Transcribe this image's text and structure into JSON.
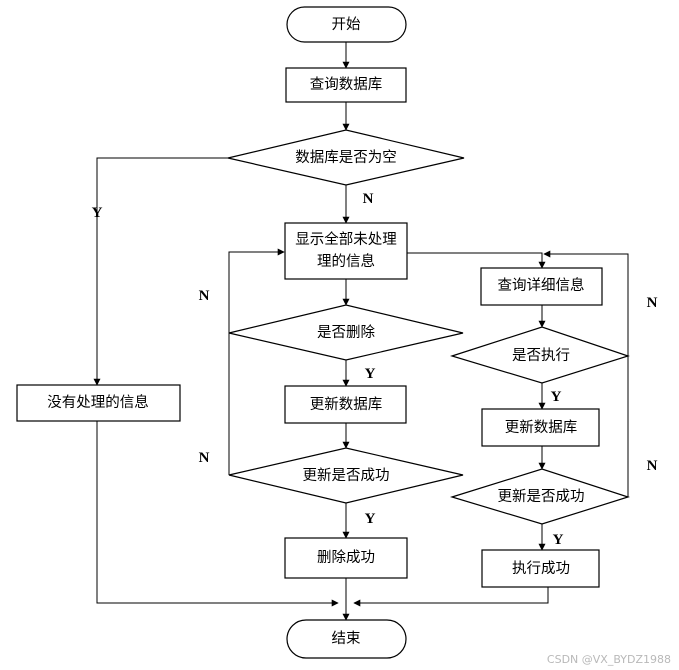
{
  "nodes": {
    "start": "开始",
    "query_db": "查询数据库",
    "db_empty": "数据库是否为空",
    "show_unprocessed_l1": "显示全部未处理",
    "show_unprocessed_l2": "理的信息",
    "no_info": "没有处理的信息",
    "query_detail": "查询详细信息",
    "delete_q": "是否删除",
    "execute_q": "是否执行",
    "update_db_left": "更新数据库",
    "update_db_right": "更新数据库",
    "update_ok_left": "更新是否成功",
    "update_ok_right": "更新是否成功",
    "delete_ok": "删除成功",
    "execute_ok": "执行成功",
    "end": "结束"
  },
  "labels": {
    "yes": "Y",
    "no": "N"
  },
  "watermark": "CSDN @VX_BYDZ1988"
}
